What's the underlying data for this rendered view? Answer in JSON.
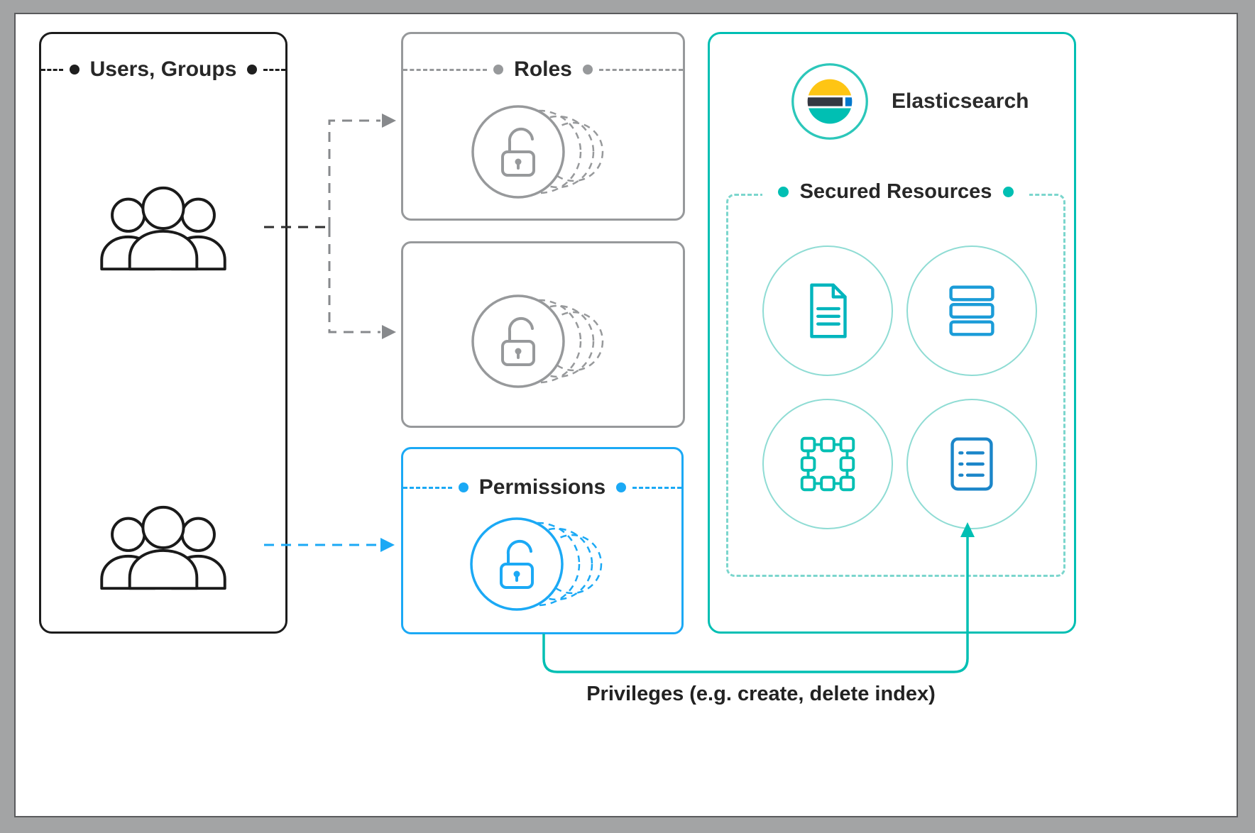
{
  "diagram": {
    "caption": "Privileges (e.g. create, delete index)"
  },
  "panels": {
    "users_groups": {
      "title": "Users, Groups"
    },
    "roles": {
      "title": "Roles"
    },
    "permissions": {
      "title": "Permissions"
    },
    "elasticsearch": {
      "title": "Elasticsearch"
    },
    "secured_resources": {
      "title": "Secured Resources"
    }
  },
  "icons": {
    "users_groups": "users-group-icon",
    "roles": "unlocked-padlock-icon",
    "permissions": "unlocked-padlock-icon",
    "elasticsearch": "elasticsearch-logo",
    "resources": [
      "document-icon",
      "stack-icon",
      "cluster-icon",
      "list-icon"
    ]
  },
  "colors": {
    "black": "#1c1c1c",
    "gray": "#97999b",
    "blue": "#1ba9f5",
    "teal": "#00bfb3",
    "teal_light": "#7bd6cd",
    "logo_yellow": "#fec514",
    "logo_dark": "#343741",
    "logo_blue": "#0077cc",
    "text": "#272727",
    "frame": "#a3a4a5"
  }
}
